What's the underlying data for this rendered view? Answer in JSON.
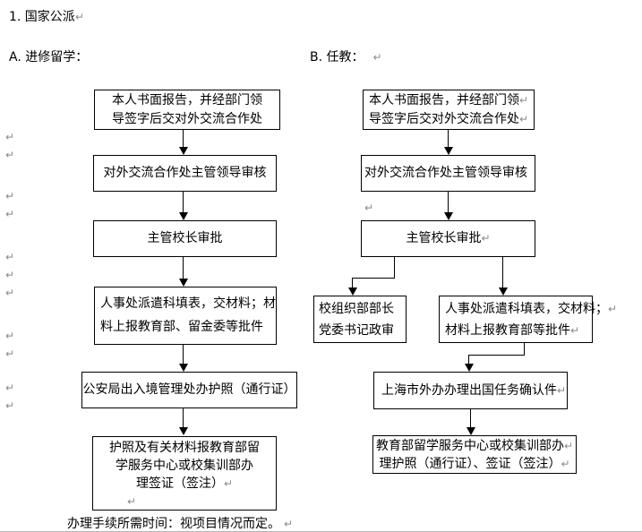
{
  "doc": {
    "title": "1. 国家公派",
    "section_a_label": "A. 进修留学：",
    "section_b_label": "B. 任教：",
    "footer_note": "办理手续所需时间：视项目情况而定。",
    "paragraph_mark": "↵"
  },
  "flow_a": {
    "steps": [
      {
        "lines": [
          "本人书面报告，并经部门领",
          "导签字后交对外交流合作处"
        ]
      },
      {
        "lines": [
          "对外交流合作处主管领导审核"
        ]
      },
      {
        "lines": [
          "主管校长审批"
        ]
      },
      {
        "lines": [
          "人事处派遣科填表，交材料；材",
          "料上报教育部、留金委等批件"
        ]
      },
      {
        "lines": [
          "公安局出入境管理处办护照（通行证）"
        ]
      },
      {
        "lines": [
          "护照及有关材料报教育部留",
          "学服务中心或校集训部办",
          "理签证（签注）"
        ]
      }
    ]
  },
  "flow_b": {
    "steps": [
      {
        "lines": [
          "本人书面报告，并经部门领",
          "导签字后交对外交流合作处"
        ]
      },
      {
        "lines": [
          "对外交流合作处主管领导审核"
        ]
      },
      {
        "lines": [
          "主管校长审批"
        ]
      },
      {
        "lines": [
          "校组织部部长",
          "党委书记政审"
        ]
      },
      {
        "lines": [
          "人事处派遣科填表，交材料；",
          "材料上报教育部等批件"
        ]
      },
      {
        "lines": [
          "上海市外办办理出国任务确认件"
        ]
      },
      {
        "lines": [
          "教育部留学服务中心或校集训部办",
          "理护照（通行证）、签证（签注）"
        ]
      }
    ]
  }
}
